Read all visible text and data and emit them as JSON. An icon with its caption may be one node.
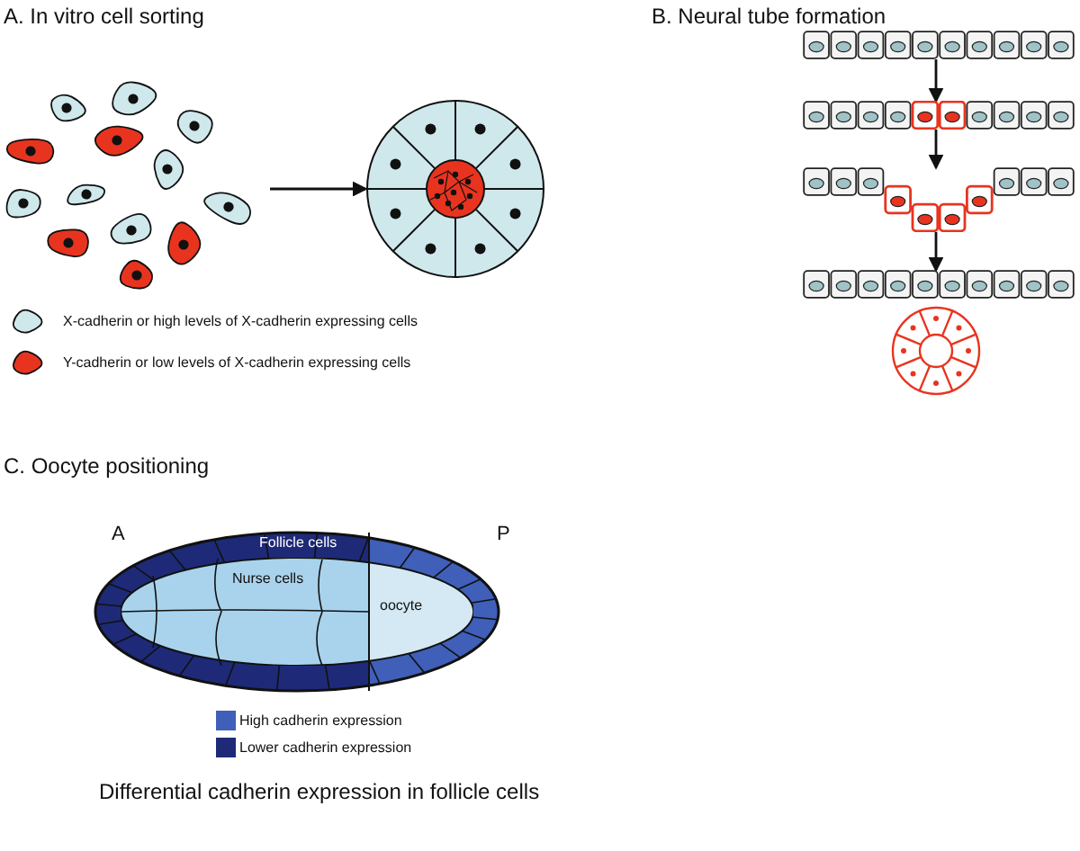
{
  "diagram": {
    "caption": "Differential cadherin expression in follicle cells",
    "nodes": [
      {
        "text": [],
        "shape": "picture"
      },
      {
        "text": [],
        "shape": "picture"
      },
      {
        "text": [],
        "shape": "picture"
      },
      {
        "text": [],
        "shape": "picture"
      },
      {
        "text": [],
        "shape": "picture"
      },
      {
        "text": [],
        "shape": "picture"
      },
      {
        "text": [
          "Follicle cells"
        ]
      },
      {
        "text": [
          "Nurse cells"
        ],
        "in": 6
      },
      {
        "text": [
          "oocyte"
        ],
        "in": 6
      }
    ],
    "edges": [
      {
        "from": 0,
        "to": 1,
        "arrow": "to"
      },
      {
        "from": 2,
        "to": 3,
        "arrow": "to"
      },
      {
        "from": 3,
        "to": 4,
        "arrow": "to"
      },
      {
        "from": 4,
        "to": 5,
        "arrow": "to"
      }
    ],
    "labels": [
      "A. In vitro cell sorting",
      "B. Neural tube formation",
      "C. Oocyte positioning",
      "A",
      "P"
    ],
    "legend": [
      {
        "text": "X-cadherin or high levels of X-cadherin expressing cells"
      },
      {
        "text": "Y-cadherin or low levels of X-cadherin expressing cells"
      },
      {
        "text": "High cadherin expression",
        "color": "#3f5fb9"
      },
      {
        "text": "Lower cadherin expression",
        "color": "#1e2a78"
      }
    ]
  }
}
